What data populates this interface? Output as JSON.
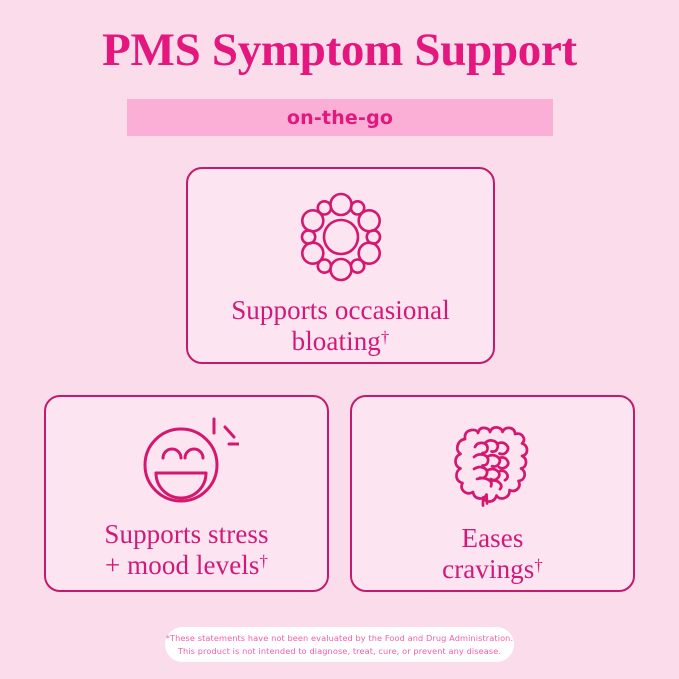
{
  "header": {
    "title": "PMS Symptom Support",
    "banner_text": "on-the-go"
  },
  "colors": {
    "background": "#fbdcea",
    "card_fill": "#fce4f0",
    "card_border": "#c31a6e",
    "title_pink": "#e3177d",
    "banner_pink": "#fbafd6",
    "label_pink": "#d2197a",
    "footer_bg": "#ffffff",
    "footer_text": "#ef5fa8"
  },
  "cards": [
    {
      "icon": "bubbles-cluster-icon",
      "line1": "Supports occasional",
      "line2": "bloating",
      "dagger": "†"
    },
    {
      "icon": "smiling-face-icon",
      "line1": "Supports stress",
      "line2": "+ mood levels",
      "dagger": "†"
    },
    {
      "icon": "intestine-icon",
      "line1": "Eases",
      "line2": "cravings",
      "dagger": "†"
    }
  ],
  "footer": {
    "line1": "*These statements have not been evaluated by the Food and Drug Administration.",
    "line2": "This product is not intended to diagnose, treat, cure, or prevent any disease."
  }
}
